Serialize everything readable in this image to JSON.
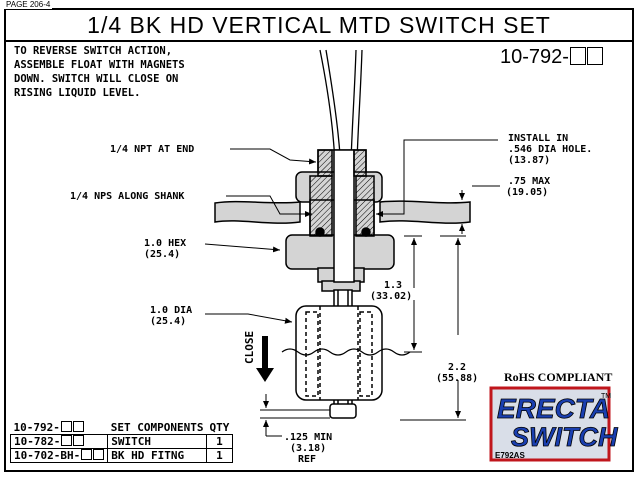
{
  "page_tag": "PAGE 206-4",
  "title": "1/4 BK HD VERTICAL MTD SWITCH SET",
  "note_lines": [
    "TO REVERSE SWITCH ACTION,",
    "ASSEMBLE FLOAT WITH MAGNETS",
    "DOWN. SWITCH WILL CLOSE ON",
    "RISING LIQUID LEVEL."
  ],
  "part_number": "10-792-",
  "labels": {
    "npt": "1/4 NPT AT END",
    "nps": "1/4 NPS ALONG SHANK",
    "hex_1": "1.0 HEX",
    "hex_2": "(25.4)",
    "dia_1": "1.0 DIA",
    "dia_2": "(25.4)",
    "install_1": "INSTALL IN",
    "install_2": ".546 DIA HOLE.",
    "install_3": "(13.87)",
    "max_1": ".75 MAX",
    "max_2": "(19.05)",
    "dim13_1": "1.3",
    "dim13_2": "(33.02)",
    "dim22_1": "2.2",
    "dim22_2": "(55.88)",
    "min_1": ".125 MIN",
    "min_2": "(3.18)",
    "min_3": "REF",
    "close": "CLOSE"
  },
  "rohs": "RoHS COMPLIANT",
  "logo": {
    "line1": "ERECTA",
    "line2": "SWITCH",
    "code": "E792AS",
    "tm": "TM",
    "color_text": "#1a3fb0",
    "color_bg": "#d9dee8",
    "color_border": "#c0161c"
  },
  "table": {
    "header": {
      "part": "10-792-",
      "desc": "SET COMPONENTS",
      "qty": "QTY"
    },
    "rows": [
      {
        "part": "10-782-",
        "desc": "SWITCH",
        "qty": "1"
      },
      {
        "part": "10-702-BH-",
        "desc": "BK HD FITNG",
        "qty": "1"
      }
    ]
  }
}
